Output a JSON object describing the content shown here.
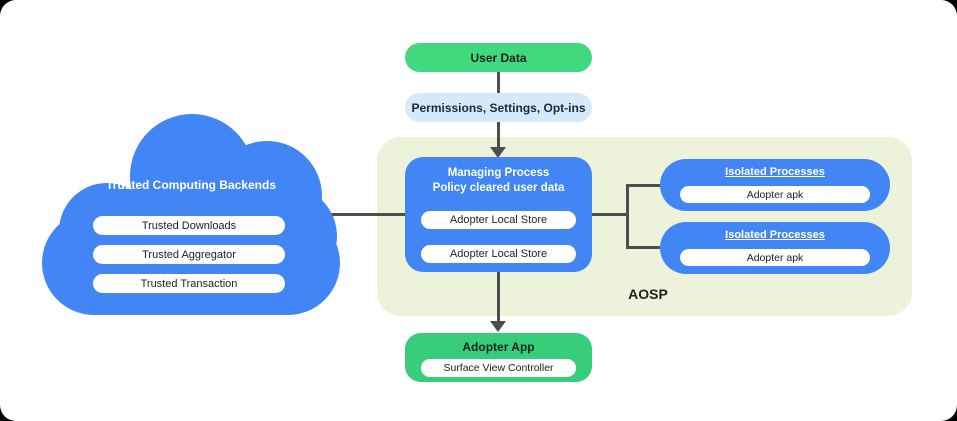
{
  "nodes": {
    "user_data": {
      "label": "User Data"
    },
    "permissions": {
      "label": "Permissions,  Settings, Opt-ins"
    }
  },
  "cloud": {
    "title": "Trusted Computing Backends",
    "items": [
      "Trusted Downloads",
      "Trusted Aggregator",
      "Trusted Transaction"
    ]
  },
  "aosp": {
    "label": "AOSP",
    "managing": {
      "title_line1": "Managing Process",
      "title_line2": "Policy cleared user data",
      "items": [
        "Adopter Local Store",
        "Adopter Local Store"
      ]
    },
    "isolated": [
      {
        "title": "Isolated Processes",
        "item": "Adopter apk"
      },
      {
        "title": "Isolated Processes",
        "item": "Adopter apk"
      }
    ]
  },
  "adopter_app": {
    "title": "Adopter App",
    "item": "Surface View Controller"
  },
  "colors": {
    "blue": "#4285f4",
    "green": "#41d87e",
    "green_dark": "#38cd7b",
    "light_blue": "#d6e9f8",
    "aosp_background": "#ecf3da",
    "connector": "#4d4d4d"
  }
}
